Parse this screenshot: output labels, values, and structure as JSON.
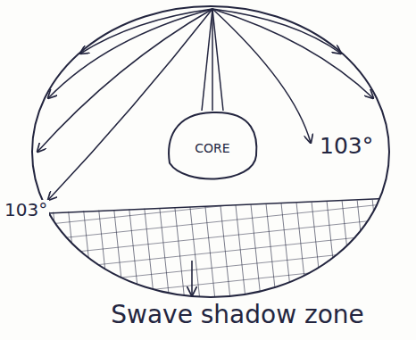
{
  "diagram": {
    "nodes": [
      {
        "text": [
          "CORE"
        ]
      }
    ],
    "labels": [
      "103°",
      "103°",
      "Swave shadow zone"
    ]
  }
}
